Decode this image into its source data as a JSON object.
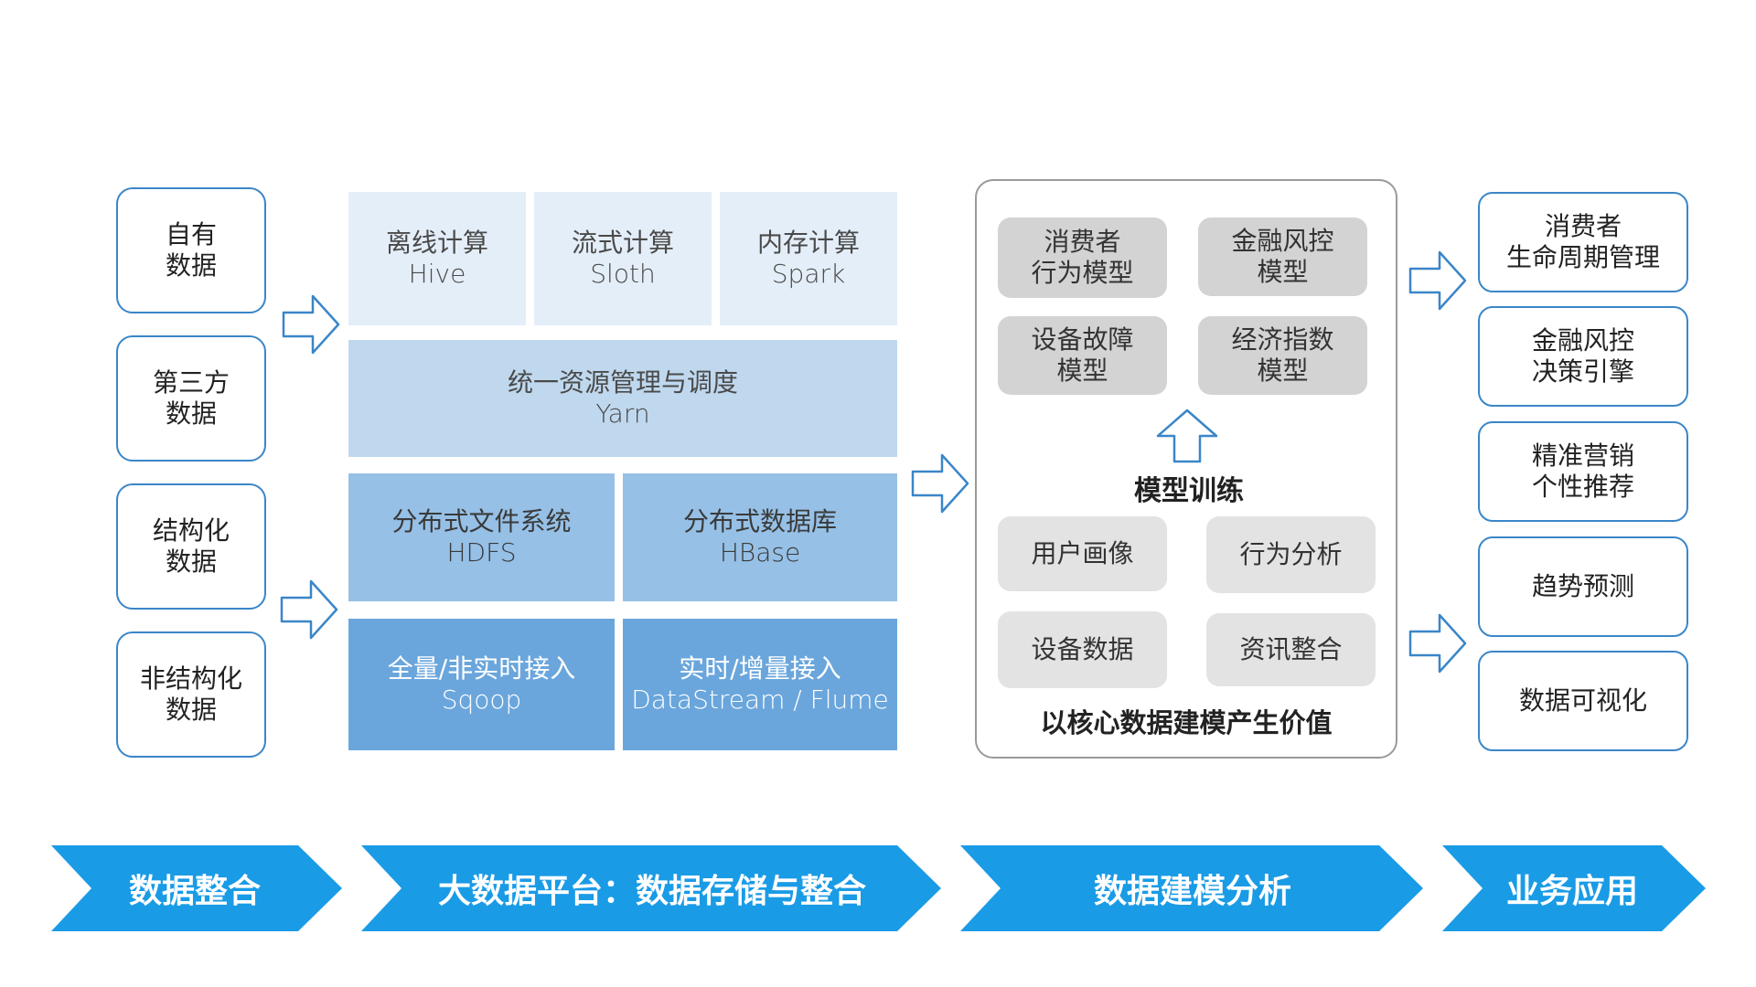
{
  "sources": [
    {
      "lines": [
        "自有",
        "数据"
      ]
    },
    {
      "lines": [
        "第三方",
        "数据"
      ]
    },
    {
      "lines": [
        "结构化",
        "数据"
      ]
    },
    {
      "lines": [
        "非结构化",
        "数据"
      ]
    }
  ],
  "platform": {
    "compute": [
      {
        "title": "离线计算",
        "sub": "Hive"
      },
      {
        "title": "流式计算",
        "sub": "Sloth"
      },
      {
        "title": "内存计算",
        "sub": "Spark"
      }
    ],
    "resource": {
      "title": "统一资源管理与调度",
      "sub": "Yarn"
    },
    "storage": [
      {
        "title": "分布式文件系统",
        "sub": "HDFS"
      },
      {
        "title": "分布式数据库",
        "sub": "HBase"
      }
    ],
    "ingest": [
      {
        "title": "全量/非实时接入",
        "sub": "Sqoop"
      },
      {
        "title": "实时/增量接入",
        "sub": "DataStream / Flume"
      }
    ]
  },
  "modeling": {
    "models": [
      {
        "lines": [
          "消费者",
          "行为模型"
        ]
      },
      {
        "lines": [
          "金融风控",
          "模型"
        ]
      },
      {
        "lines": [
          "设备故障",
          "模型"
        ]
      },
      {
        "lines": [
          "经济指数",
          "模型"
        ]
      }
    ],
    "training_label": "模型训练",
    "inputs": [
      "用户画像",
      "行为分析",
      "设备数据",
      "资讯整合"
    ],
    "footer": "以核心数据建模产生价值"
  },
  "business": [
    {
      "lines": [
        "消费者",
        "生命周期管理"
      ]
    },
    {
      "lines": [
        "金融风控",
        "决策引擎"
      ]
    },
    {
      "lines": [
        "精准营销",
        "个性推荐"
      ]
    },
    {
      "lines": [
        "趋势预测"
      ]
    },
    {
      "lines": [
        "数据可视化"
      ]
    }
  ],
  "stages": [
    "数据整合",
    "大数据平台：数据存储与整合",
    "数据建模分析",
    "业务应用"
  ],
  "colors": {
    "accent": "#1a9be6",
    "outline_blue": "#3a86c8",
    "panel_gray": "#d3d3d3"
  }
}
